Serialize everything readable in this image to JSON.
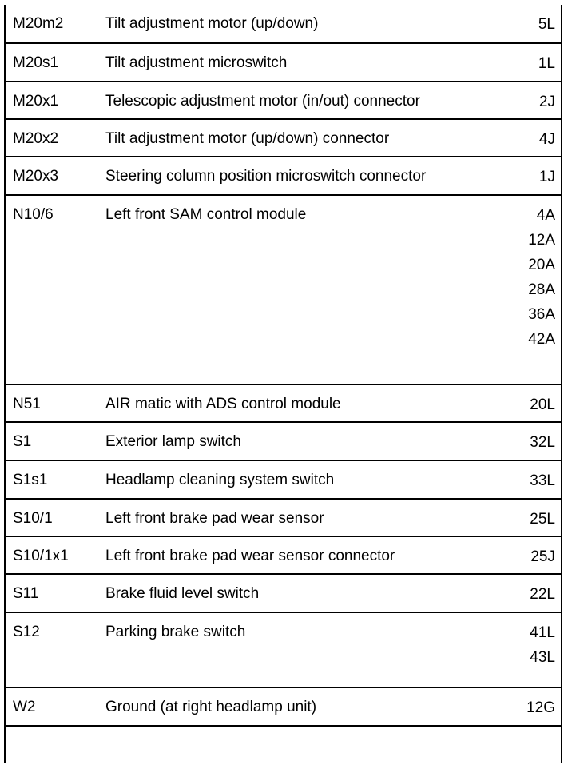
{
  "rows": [
    {
      "code": "M20m2",
      "description": "Tilt adjustment motor (up/down)",
      "locations": [
        "5L"
      ]
    },
    {
      "code": "M20s1",
      "description": "Tilt adjustment microswitch",
      "locations": [
        "1L"
      ]
    },
    {
      "code": "M20x1",
      "description": "Telescopic adjustment motor (in/out) connector",
      "locations": [
        "2J"
      ]
    },
    {
      "code": "M20x2",
      "description": "Tilt adjustment motor (up/down) connector",
      "locations": [
        "4J"
      ]
    },
    {
      "code": "M20x3",
      "description": "Steering column position microswitch connector",
      "locations": [
        "1J"
      ]
    },
    {
      "code": "N10/6",
      "description": "Left front SAM control module",
      "locations": [
        "4A",
        "12A",
        "20A",
        "28A",
        "36A",
        "42A"
      ]
    },
    {
      "code": "N51",
      "description": "AIR matic with ADS control module",
      "locations": [
        "20L"
      ]
    },
    {
      "code": "S1",
      "description": "Exterior lamp switch",
      "locations": [
        "32L"
      ]
    },
    {
      "code": "S1s1",
      "description": "Headlamp cleaning system switch",
      "locations": [
        "33L"
      ]
    },
    {
      "code": "S10/1",
      "description": "Left front brake pad wear sensor",
      "locations": [
        "25L"
      ]
    },
    {
      "code": "S10/1x1",
      "description": "Left front brake pad wear sensor connector",
      "locations": [
        "25J"
      ]
    },
    {
      "code": "S11",
      "description": "Brake fluid level switch",
      "locations": [
        "22L"
      ]
    },
    {
      "code": "S12",
      "description": "Parking brake switch",
      "locations": [
        "41L",
        "43L"
      ]
    },
    {
      "code": "W2",
      "description": "Ground (at right headlamp unit)",
      "locations": [
        "12G"
      ]
    },
    {
      "code": "",
      "description": "",
      "locations": []
    }
  ]
}
